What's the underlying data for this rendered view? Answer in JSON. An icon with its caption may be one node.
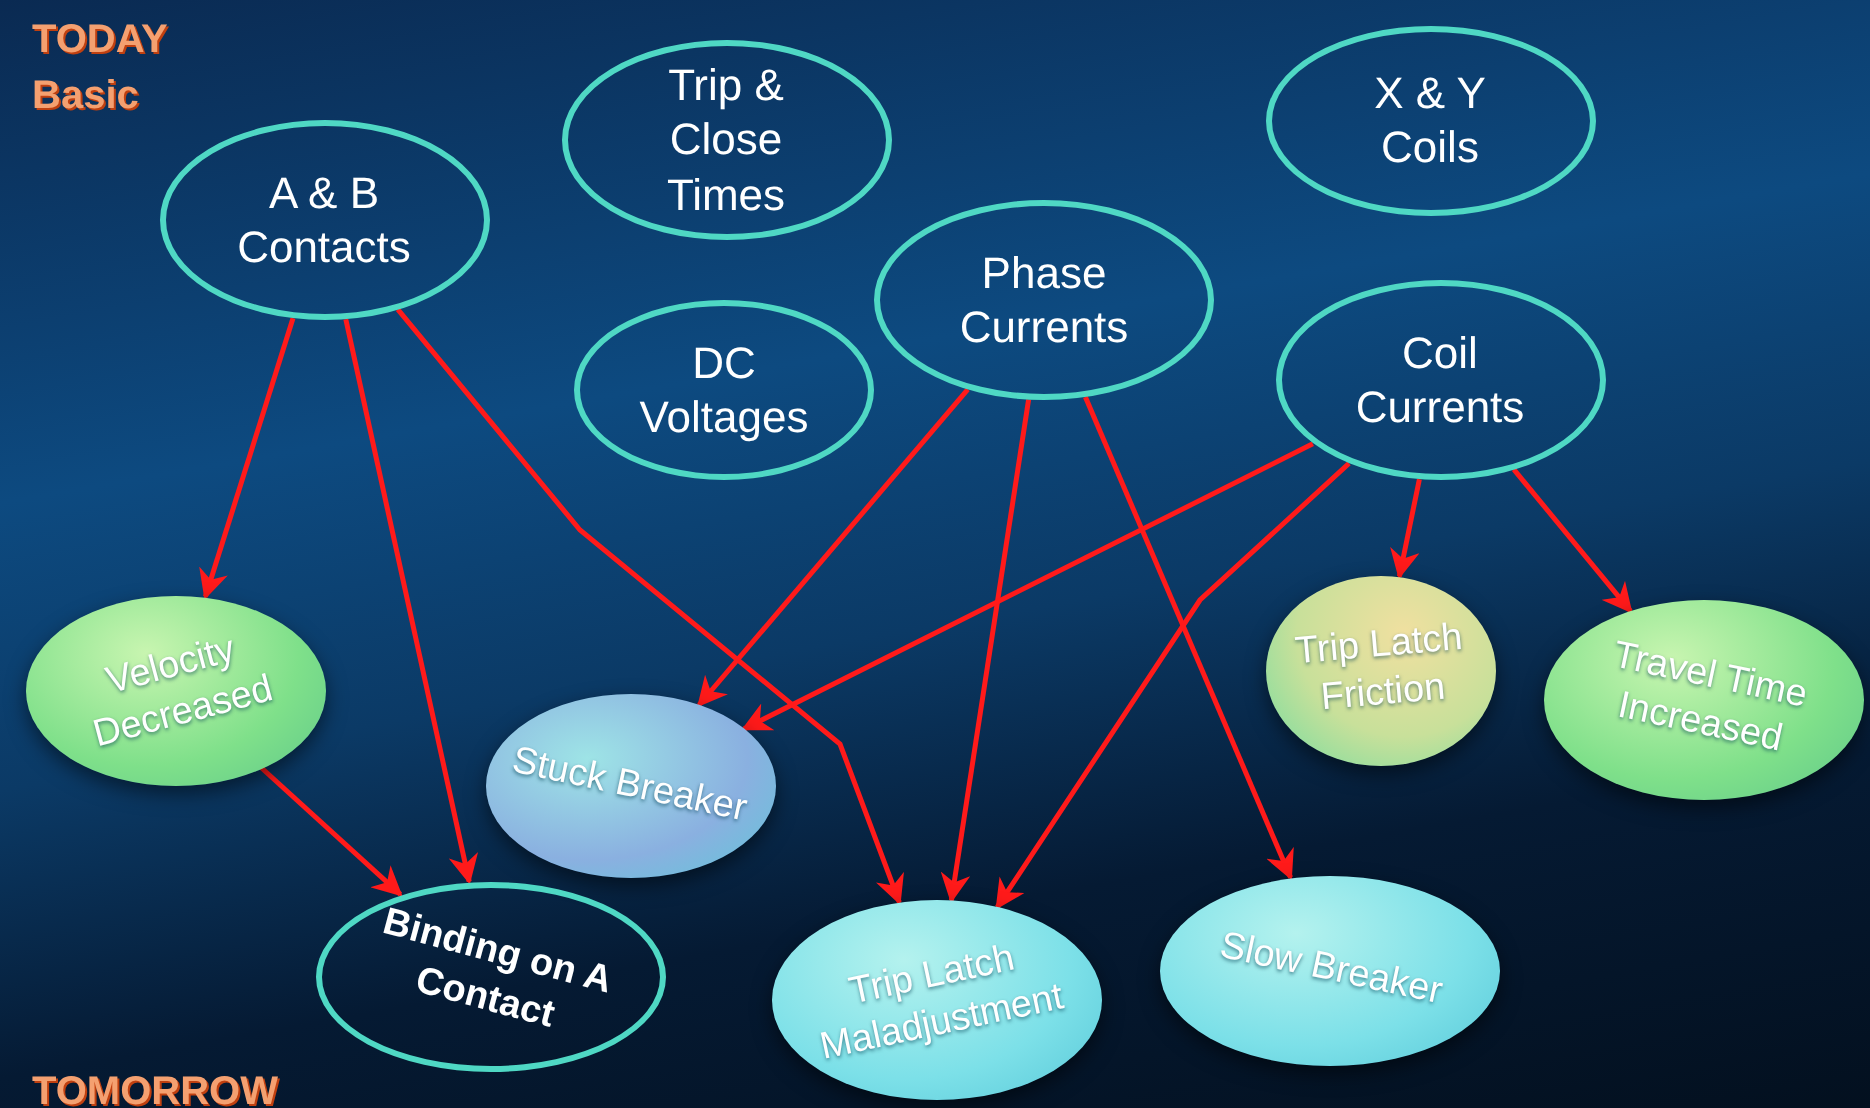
{
  "diagram": {
    "nodes": [
      {
        "text": [
          "A & B Contacts"
        ]
      },
      {
        "text": [
          "Trip & Close Times"
        ]
      },
      {
        "text": [
          "X & Y Coils"
        ]
      },
      {
        "text": [
          "Phase Currents"
        ]
      },
      {
        "text": [
          "DC Voltages"
        ]
      },
      {
        "text": [
          "Coil Currents"
        ]
      },
      {
        "text": [
          "Velocity Decreased"
        ]
      },
      {
        "text": [
          "Stuck Breaker"
        ]
      },
      {
        "text": [
          "Trip Latch Friction"
        ]
      },
      {
        "text": [
          "Travel Time Increased"
        ]
      },
      {
        "text": [
          "Binding on A Contact"
        ]
      },
      {
        "text": [
          "Trip Latch Maladjustment"
        ]
      },
      {
        "text": [
          "Slow Breaker"
        ]
      }
    ],
    "edges": [
      {
        "from": 0,
        "to": 6,
        "arrow": "to"
      },
      {
        "from": 0,
        "to": 10,
        "arrow": "to"
      },
      {
        "from": 0,
        "to": 11,
        "arrow": "to"
      },
      {
        "from": 3,
        "to": 7,
        "arrow": "to"
      },
      {
        "from": 3,
        "to": 11,
        "arrow": "to"
      },
      {
        "from": 3,
        "to": 12,
        "arrow": "to"
      },
      {
        "from": 5,
        "to": 7,
        "arrow": "to"
      },
      {
        "from": 5,
        "to": 11,
        "arrow": "to"
      },
      {
        "from": 5,
        "to": 8,
        "arrow": "to"
      },
      {
        "from": 5,
        "to": 9,
        "arrow": "to"
      },
      {
        "from": 6,
        "to": 10,
        "arrow": "to"
      }
    ],
    "labels": [
      "TODAY",
      "Basic",
      "TOMORROW"
    ]
  }
}
